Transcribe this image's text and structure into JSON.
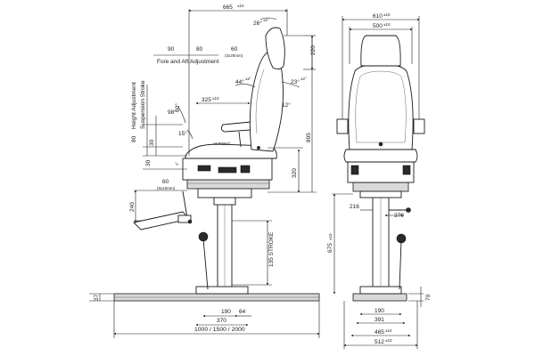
{
  "labels": {
    "top_width": "665",
    "tol": "±10",
    "angle_26": "26°",
    "angle_26_tol": "±2°",
    "fa_90": "90",
    "fa_80": "80",
    "fa_60": "60",
    "fa_3x20": "(3x20mm)",
    "fore_aft": "Fore and Aft Adjustment",
    "dim_220": "220",
    "angle_44": "44°",
    "angle_44_tol": "±2°",
    "angle_23": "23°",
    "angle_23_tol": "±2°",
    "angle_12": "12°",
    "height_adjust": "Height Adjustment",
    "suspension_stroke": "Suspension Stroke",
    "dim_325": "325",
    "angle_98": "98°",
    "angle_60": "60°",
    "angle_15": "15°",
    "dim_80": "80",
    "dim_30a": "30",
    "h_point": "H POINT",
    "dim_30b": "30",
    "angle_1": "1°",
    "dim_60b": "60",
    "dim_6x10": "(6x10mm)",
    "dim_320": "320",
    "dim_895": "895",
    "dim_240": "240",
    "stroke_135": "135 STROKE",
    "dim_37": "37",
    "dim_190a": "190",
    "dim_64": "64",
    "dim_370a": "370",
    "base_len": "1000 / 1500 / 2000",
    "dim_610": "610",
    "dim_500": "500",
    "dim_216": "216",
    "dim_370b": "370",
    "dim_675": "675",
    "dim_70": "70",
    "dim_190b": "190",
    "dim_391": "391",
    "dim_465": "465",
    "dim_512": "512"
  }
}
